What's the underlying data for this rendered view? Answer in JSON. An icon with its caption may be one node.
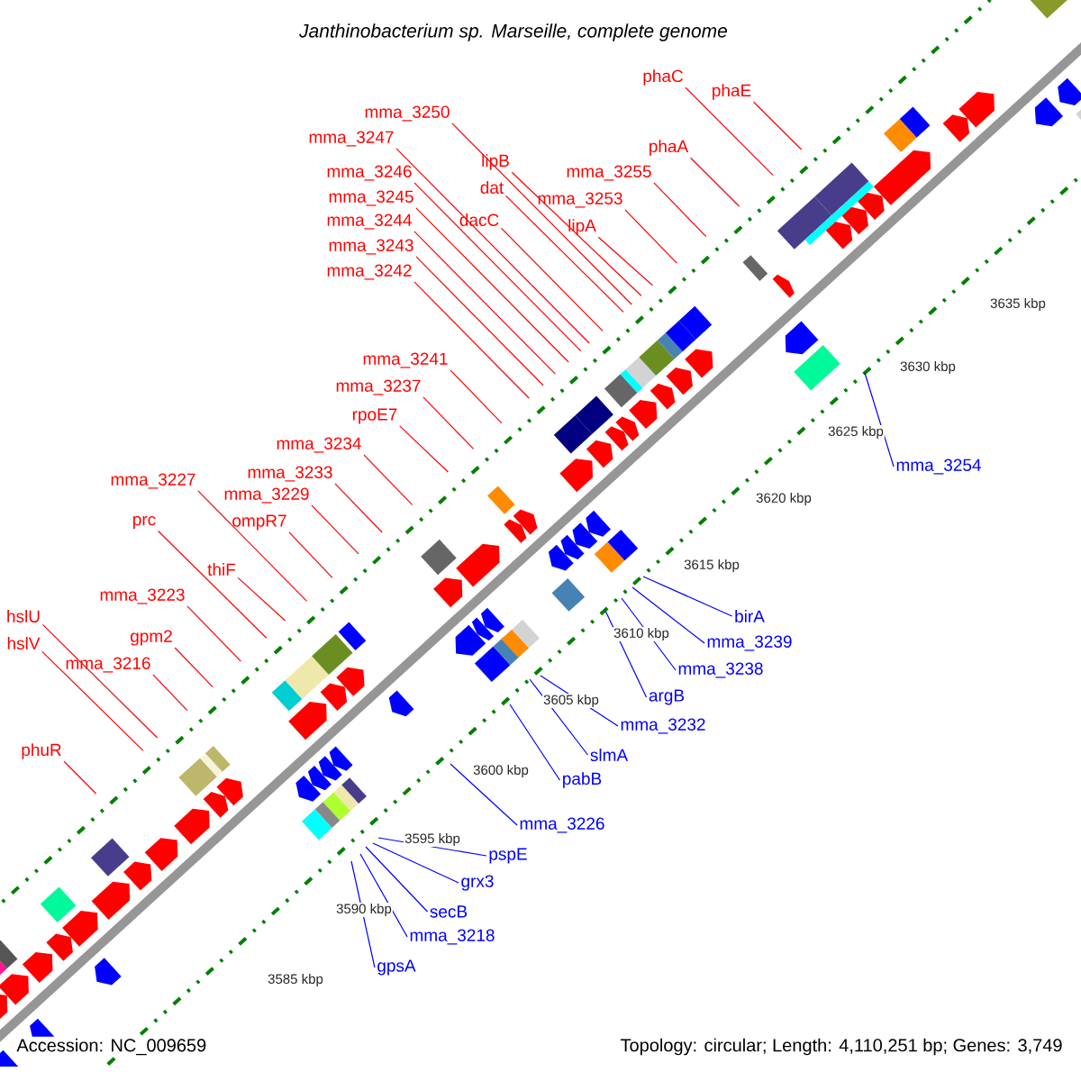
{
  "diagram": {
    "title": "Janthinobacterium sp. Marseille, complete genome",
    "nodes": [
      {
        "text": [
          "phaC"
        ]
      },
      {
        "text": [
          "phaE"
        ]
      },
      {
        "text": [
          "mma_3250"
        ]
      },
      {
        "text": [
          "mma_3247"
        ]
      },
      {
        "text": [
          "phaA"
        ]
      },
      {
        "text": [
          "lipB"
        ]
      },
      {
        "text": [
          "mma_3246"
        ]
      },
      {
        "text": [
          "mma_3255"
        ]
      },
      {
        "text": [
          "dat"
        ]
      },
      {
        "text": [
          "mma_3245"
        ]
      },
      {
        "text": [
          "mma_3253"
        ]
      },
      {
        "text": [
          "dacC"
        ]
      },
      {
        "text": [
          "mma_3244"
        ]
      },
      {
        "text": [
          "lipA"
        ]
      },
      {
        "text": [
          "mma_3243"
        ]
      },
      {
        "text": [
          "mma_3242"
        ]
      },
      {
        "text": [
          "mma_3241"
        ]
      },
      {
        "text": [
          "mma_3237"
        ]
      },
      {
        "text": [
          "rpoE7"
        ]
      },
      {
        "text": [
          "mma_3234"
        ]
      },
      {
        "text": [
          "mma_3254"
        ]
      },
      {
        "text": [
          "mma_3233"
        ]
      },
      {
        "text": [
          "mma_3227"
        ]
      },
      {
        "text": [
          "mma_3229"
        ]
      },
      {
        "text": [
          "prc"
        ]
      },
      {
        "text": [
          "ompR7"
        ]
      },
      {
        "text": [
          "thiF"
        ]
      },
      {
        "text": [
          "mma_3223"
        ]
      },
      {
        "text": [
          "birA"
        ]
      },
      {
        "text": [
          "hslU"
        ]
      },
      {
        "text": [
          "gpm2"
        ]
      },
      {
        "text": [
          "hslV"
        ]
      },
      {
        "text": [
          "mma_3239"
        ]
      },
      {
        "text": [
          "mma_3216"
        ]
      },
      {
        "text": [
          "mma_3238"
        ]
      },
      {
        "text": [
          "argB"
        ]
      },
      {
        "text": [
          "mma_3232"
        ]
      },
      {
        "text": [
          "phuR"
        ]
      },
      {
        "text": [
          "slmA"
        ]
      },
      {
        "text": [
          "pabB"
        ]
      },
      {
        "text": [
          "mma_3226"
        ]
      },
      {
        "text": [
          "pspE"
        ]
      },
      {
        "text": [
          "grx3"
        ]
      },
      {
        "text": [
          "secB"
        ]
      },
      {
        "text": [
          "mma_3218"
        ]
      },
      {
        "text": [
          "gpsA"
        ]
      }
    ],
    "edges": [
      {
        "from": 0,
        "to": null,
        "arrow": "none"
      },
      {
        "from": 1,
        "to": null,
        "arrow": "none"
      },
      {
        "from": 2,
        "to": null,
        "arrow": "none"
      },
      {
        "from": 3,
        "to": null,
        "arrow": "none"
      },
      {
        "from": 4,
        "to": null,
        "arrow": "none"
      },
      {
        "from": 5,
        "to": null,
        "arrow": "none"
      },
      {
        "from": 6,
        "to": null,
        "arrow": "none"
      },
      {
        "from": 7,
        "to": null,
        "arrow": "none"
      },
      {
        "from": 8,
        "to": null,
        "arrow": "none"
      },
      {
        "from": 9,
        "to": null,
        "arrow": "none"
      },
      {
        "from": 10,
        "to": null,
        "arrow": "none"
      },
      {
        "from": 11,
        "to": null,
        "arrow": "none"
      },
      {
        "from": 12,
        "to": null,
        "arrow": "none"
      },
      {
        "from": 13,
        "to": null,
        "arrow": "none"
      },
      {
        "from": 14,
        "to": null,
        "arrow": "none"
      },
      {
        "from": 15,
        "to": null,
        "arrow": "none"
      },
      {
        "from": 16,
        "to": null,
        "arrow": "none"
      },
      {
        "from": 17,
        "to": null,
        "arrow": "none"
      },
      {
        "from": 18,
        "to": null,
        "arrow": "none"
      },
      {
        "from": 19,
        "to": null,
        "arrow": "none"
      },
      {
        "from": 20,
        "to": null,
        "arrow": "none",
        "color": "#0000ff"
      },
      {
        "from": 21,
        "to": null,
        "arrow": "none"
      },
      {
        "from": 22,
        "to": null,
        "arrow": "none"
      },
      {
        "from": 23,
        "to": null,
        "arrow": "none"
      },
      {
        "from": 24,
        "to": null,
        "arrow": "none"
      },
      {
        "from": 25,
        "to": null,
        "arrow": "none"
      },
      {
        "from": 26,
        "to": null,
        "arrow": "none"
      },
      {
        "from": 27,
        "to": null,
        "arrow": "none"
      },
      {
        "from": 28,
        "to": null,
        "arrow": "none",
        "color": "#0000ff"
      },
      {
        "from": 29,
        "to": null,
        "arrow": "none"
      },
      {
        "from": 30,
        "to": null,
        "arrow": "none"
      },
      {
        "from": 31,
        "to": null,
        "arrow": "none"
      },
      {
        "from": 32,
        "to": null,
        "arrow": "none",
        "color": "#0000ff"
      },
      {
        "from": 33,
        "to": null,
        "arrow": "none"
      },
      {
        "from": 34,
        "to": null,
        "arrow": "none",
        "color": "#0000ff"
      },
      {
        "from": 35,
        "to": null,
        "arrow": "none",
        "color": "#0000ff"
      },
      {
        "from": 36,
        "to": null,
        "arrow": "none",
        "color": "#0000ff"
      },
      {
        "from": 37,
        "to": null,
        "arrow": "none"
      },
      {
        "from": 38,
        "to": null,
        "arrow": "none",
        "color": "#0000ff"
      },
      {
        "from": 39,
        "to": null,
        "arrow": "none",
        "color": "#0000ff"
      },
      {
        "from": 40,
        "to": null,
        "arrow": "none",
        "color": "#0000ff"
      },
      {
        "from": 41,
        "to": null,
        "arrow": "none",
        "color": "#0000ff"
      },
      {
        "from": 42,
        "to": null,
        "arrow": "none",
        "color": "#0000ff"
      },
      {
        "from": 43,
        "to": null,
        "arrow": "none",
        "color": "#0000ff"
      },
      {
        "from": 44,
        "to": null,
        "arrow": "none",
        "color": "#0000ff"
      },
      {
        "from": 45,
        "to": null,
        "arrow": "none",
        "color": "#0000ff"
      }
    ],
    "labels": [
      "3635 kbp",
      "3630 kbp",
      "3625 kbp",
      "3620 kbp",
      "3615 kbp",
      "3610 kbp",
      "3605 kbp",
      "3600 kbp",
      "3595 kbp",
      "3590 kbp",
      "3585 kbp",
      "Accession: NC_009659",
      "Topology: circular; Length: 4,110,251 bp; Genes: 3,749"
    ]
  }
}
